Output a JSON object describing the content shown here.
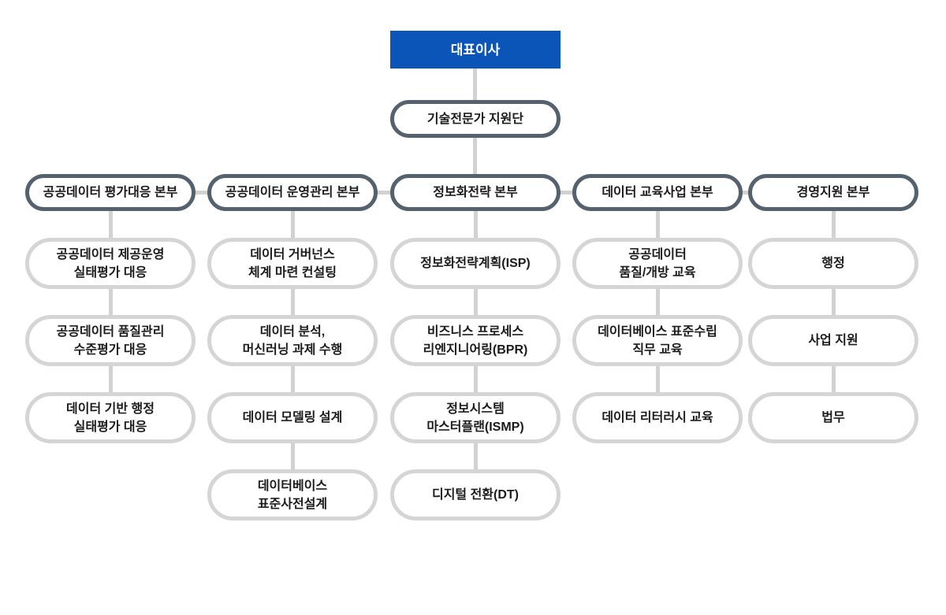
{
  "colors": {
    "root_background": "#0b55b8",
    "dark_border": "#55616d",
    "light_border": "#d5d5d5",
    "connector": "#d2d2d2",
    "text": "#1b1b1b",
    "root_text": "#ffffff"
  },
  "root": {
    "label": "대표이사"
  },
  "support": {
    "label": "기술전문가 지원단"
  },
  "divisions": [
    {
      "label": "공공데이터 평가대응 본부",
      "children": [
        "공공데이터 제공운영\n실태평가 대응",
        "공공데이터 품질관리\n수준평가 대응",
        "데이터 기반 행정\n실태평가 대응"
      ]
    },
    {
      "label": "공공데이터 운영관리 본부",
      "children": [
        "데이터 거버넌스\n체계 마련 컨설팅",
        "데이터 분석,\n머신러닝 과제 수행",
        "데이터 모델링 설계",
        "데이터베이스\n표준사전설계"
      ]
    },
    {
      "label": "정보화전략 본부",
      "children": [
        "정보화전략계획(ISP)",
        "비즈니스 프로세스\n리엔지니어링(BPR)",
        "정보시스템\n마스터플랜(ISMP)",
        "디지털 전환(DT)"
      ]
    },
    {
      "label": "데이터 교육사업 본부",
      "children": [
        "공공데이터\n품질/개방 교육",
        "데이터베이스 표준수립\n직무 교육",
        "데이터 리터러시 교육"
      ]
    },
    {
      "label": "경영지원 본부",
      "children": [
        "행정",
        "사업 지원",
        "법무"
      ]
    }
  ]
}
